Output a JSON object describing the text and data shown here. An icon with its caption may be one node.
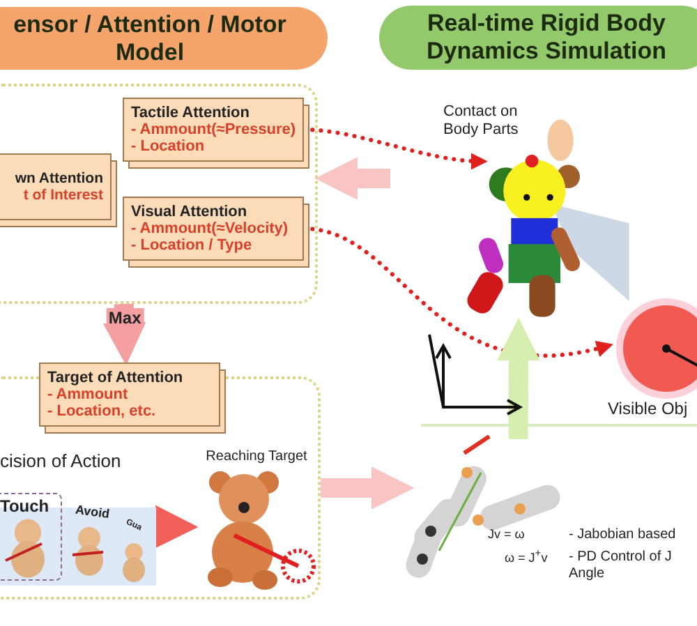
{
  "diagram": {
    "nodes": [
      {
        "text": [
          "ensor / Attention / Motor Model"
        ]
      },
      {
        "text": [
          "Real-time Rigid Body Dynamics Simulation"
        ]
      },
      {
        "text": [],
        "shape": "box"
      },
      {
        "text": [
          "wn Attention",
          "t of Interest"
        ],
        "in": 2
      },
      {
        "text": [
          "Tactile Attention",
          "- Ammount(≈Pressure)",
          "- Location"
        ],
        "in": 2
      },
      {
        "text": [
          "Visual Attention",
          "- Ammount(≈Velocity)",
          "- Location / Type"
        ],
        "in": 2
      },
      {
        "text": [
          "Target of Attention",
          "- Ammount",
          "- Location, etc."
        ]
      },
      {
        "text": [],
        "shape": "box"
      },
      {
        "text": [
          "Touch",
          "Avoid",
          "Gua"
        ],
        "in": 7
      },
      {
        "text": [
          "Reaching Target"
        ],
        "in": 7
      },
      {
        "text": [],
        "shape": "picture"
      },
      {
        "text": [],
        "shape": "circle"
      },
      {
        "text": [],
        "shape": "picture",
        "beside": [
          "- Jabobian based",
          "- PD Control of J Angle"
        ]
      }
    ],
    "edges": [
      {
        "from": 4,
        "to": 10,
        "arrow": "to",
        "style": "dashed",
        "color": "#e0201c"
      },
      {
        "from": 5,
        "to": 11,
        "arrow": "to",
        "style": "dashed",
        "color": "#e0201c"
      },
      {
        "from": null,
        "to": 2,
        "arrow": "to",
        "color": "#f8c4c4"
      },
      {
        "from": 2,
        "to": 6,
        "arrow": "to",
        "label": "Max",
        "color": "#f4a0a0"
      },
      {
        "from": 7,
        "to": 12,
        "arrow": "to",
        "color": "#f8c4c4"
      },
      {
        "from": 8,
        "to": 9,
        "arrow": "to",
        "color": "#f06058"
      },
      {
        "from": 12,
        "to": 10,
        "arrow": "to",
        "color": "#d6efb0"
      }
    ],
    "labels": [
      "Contact on Body Parts",
      "cision of Action",
      "Visible Obj",
      "Jv = ω",
      "ω = J$^{+}$v"
    ]
  }
}
